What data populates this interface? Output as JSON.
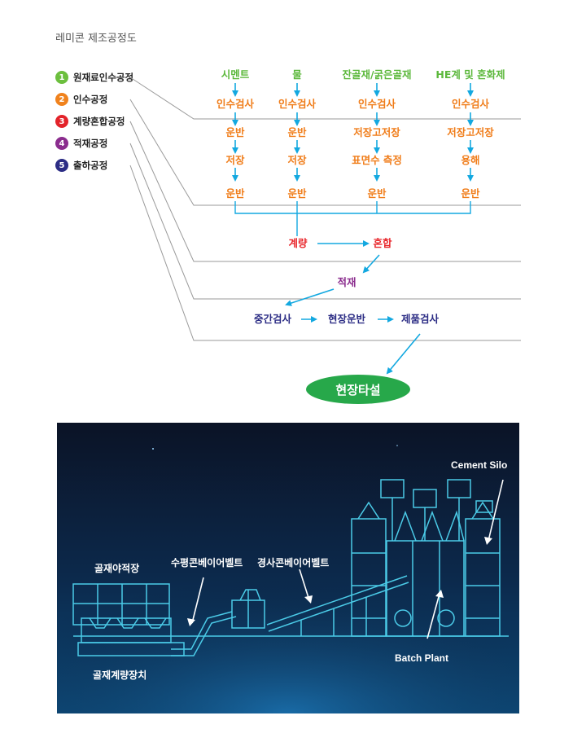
{
  "title": "레미콘 제조공정도",
  "legend": [
    {
      "num": "1",
      "label": "원재료인수공정",
      "color": "#6cbf3e"
    },
    {
      "num": "2",
      "label": "인수공정",
      "color": "#f0821d"
    },
    {
      "num": "3",
      "label": "계량혼합공정",
      "color": "#e3232a"
    },
    {
      "num": "4",
      "label": "적재공정",
      "color": "#8b2d8e"
    },
    {
      "num": "5",
      "label": "출하공정",
      "color": "#2c2d85"
    }
  ],
  "columns": [
    {
      "material": "시멘트",
      "steps": [
        "인수검사",
        "운반",
        "저장",
        "운반"
      ]
    },
    {
      "material": "물",
      "steps": [
        "인수검사",
        "운반",
        "저장",
        "운반"
      ]
    },
    {
      "material": "잔골재/굵은골재",
      "steps": [
        "인수검사",
        "저장고저장",
        "표면수 측정",
        "운반"
      ]
    },
    {
      "material": "HE계 및 혼화제",
      "steps": [
        "인수검사",
        "저장고저장",
        "용해",
        "운반"
      ]
    }
  ],
  "mix": {
    "weigh": "계량",
    "mix": "혼합"
  },
  "load": "적재",
  "shipping": [
    "중간검사",
    "현장운반",
    "제품검사"
  ],
  "final": "현장타설",
  "plant": {
    "cement_silo": "Cement Silo",
    "aggregate_yard": "골재야적장",
    "horizontal_conveyor": "수평콘베이어벨트",
    "inclined_conveyor": "경사콘베이어벨트",
    "batch_plant": "Batch Plant",
    "aggregate_scale": "골재계량장치"
  }
}
